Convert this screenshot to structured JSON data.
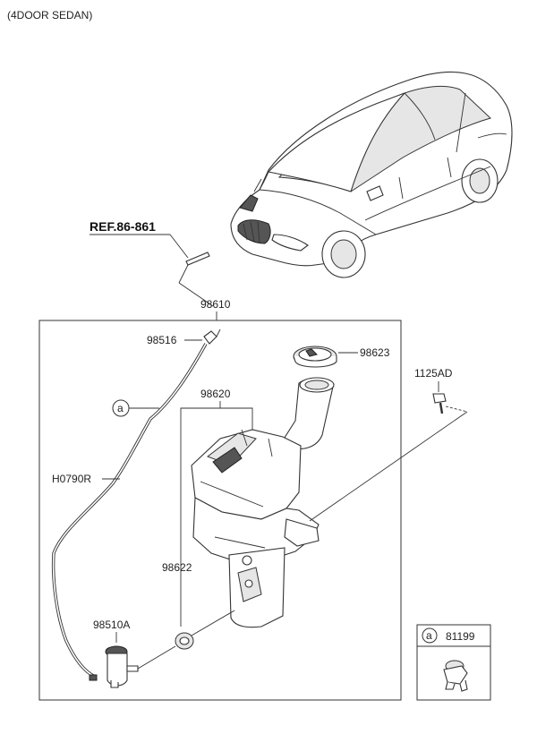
{
  "header": {
    "variant": "(4DOOR SEDAN)"
  },
  "reference": {
    "label": "REF.86-861"
  },
  "parts": {
    "p98610": "98610",
    "p98516": "98516",
    "p98623": "98623",
    "p1125AD": "1125AD",
    "p98620": "98620",
    "pH0790R": "H0790R",
    "p98622": "98622",
    "p98510A": "98510A"
  },
  "callout": {
    "circle_letter": "a"
  },
  "legend": {
    "letter": "a",
    "part": "81199"
  },
  "colors": {
    "line": "#333333",
    "part_fill": "#ffffff",
    "shade": "#e6e6e6"
  }
}
